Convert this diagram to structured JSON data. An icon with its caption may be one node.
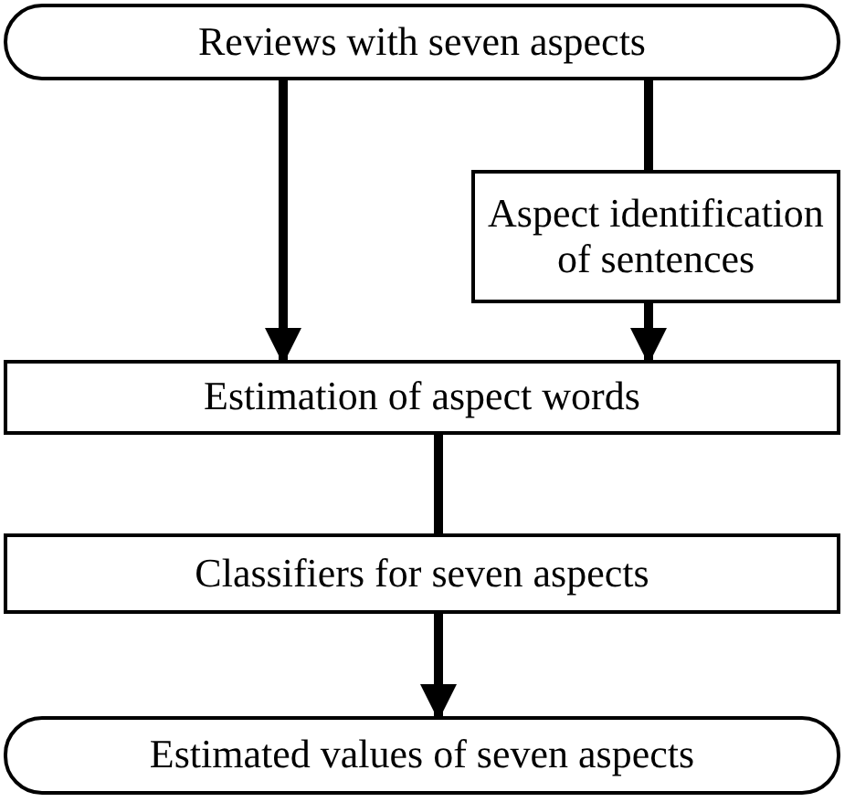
{
  "diagram": {
    "nodes": [
      {
        "text": [
          "Reviews with seven aspects"
        ]
      },
      {
        "text": [
          "Aspect identification of sentences"
        ]
      },
      {
        "text": [
          "Estimation of aspect words"
        ]
      },
      {
        "text": [
          "Classifiers for seven aspects"
        ]
      },
      {
        "text": [
          "Estimated values of seven aspects"
        ]
      }
    ],
    "edges": [
      {
        "from": 0,
        "to": 2,
        "arrow": "to"
      },
      {
        "from": 0,
        "to": 1,
        "arrow": "none"
      },
      {
        "from": 1,
        "to": 2,
        "arrow": "to"
      },
      {
        "from": 2,
        "to": 3,
        "arrow": "none"
      },
      {
        "from": 3,
        "to": 4,
        "arrow": "to"
      }
    ]
  }
}
